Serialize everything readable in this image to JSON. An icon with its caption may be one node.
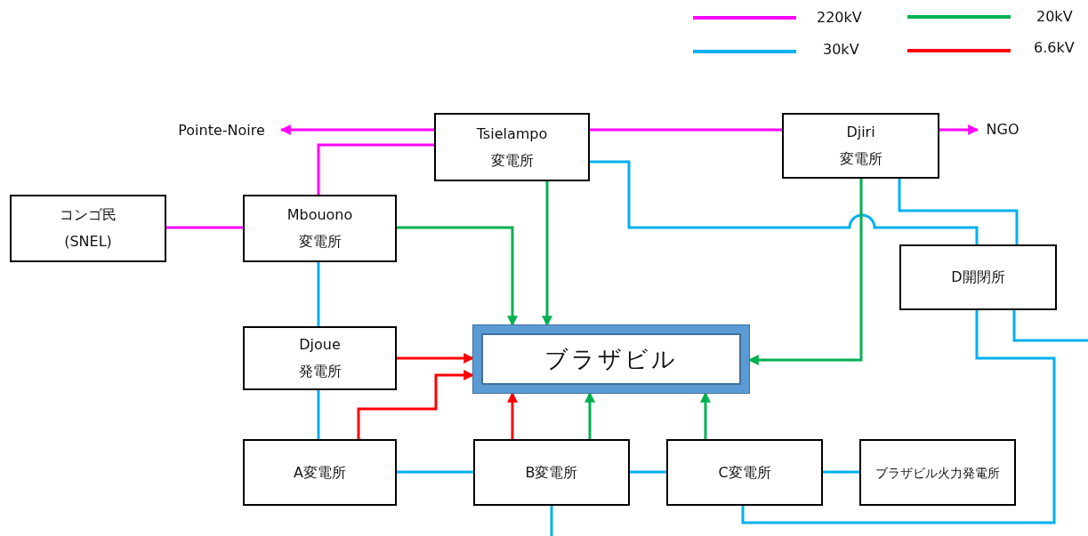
{
  "diagram": {
    "nodes": [
      {
        "text": [
          "Pointe-Noire"
        ]
      },
      {
        "text": [
          "Tsielampo",
          "変電所"
        ]
      },
      {
        "text": [
          "Djiri",
          "変電所"
        ]
      },
      {
        "text": [
          "NGO"
        ]
      },
      {
        "text": [
          "コンゴ民",
          "(SNEL)"
        ]
      },
      {
        "text": [
          "Mbouono",
          "変電所"
        ]
      },
      {
        "text": [
          "D開閉所"
        ]
      },
      {
        "text": [
          "Djoue",
          "発電所"
        ]
      },
      {
        "text": [
          "ブラザビル"
        ]
      },
      {
        "text": [
          "A変電所"
        ]
      },
      {
        "text": [
          "B変電所"
        ]
      },
      {
        "text": [
          "C変電所"
        ]
      },
      {
        "text": [
          "ブラザビル火力発電所"
        ]
      }
    ],
    "edges": [
      {
        "from": 1,
        "to": 0,
        "arrow": "to",
        "color": "#ff00ff"
      },
      {
        "from": 1,
        "to": 5,
        "arrow": "none",
        "color": "#ff00ff"
      },
      {
        "from": 4,
        "to": 5,
        "arrow": "none",
        "color": "#ff00ff"
      },
      {
        "from": 1,
        "to": 2,
        "arrow": "none",
        "color": "#ff00ff"
      },
      {
        "from": 2,
        "to": 3,
        "arrow": "to",
        "color": "#ff00ff"
      },
      {
        "from": 1,
        "to": 6,
        "arrow": "none"
      },
      {
        "from": 2,
        "to": 6,
        "arrow": "none"
      },
      {
        "from": 5,
        "to": 8,
        "arrow": "to",
        "color": "#00b050"
      },
      {
        "from": 1,
        "to": 8,
        "arrow": "to",
        "color": "#00b050"
      },
      {
        "from": 2,
        "to": 8,
        "arrow": "to",
        "color": "#00b050"
      },
      {
        "from": 5,
        "to": 7,
        "arrow": "none"
      },
      {
        "from": 7,
        "to": 8,
        "arrow": "to",
        "color": "#ff0000"
      },
      {
        "from": 7,
        "to": 9,
        "arrow": "none"
      },
      {
        "from": 9,
        "to": 8,
        "arrow": "to",
        "color": "#ff0000"
      },
      {
        "from": 10,
        "to": 8,
        "arrow": "to",
        "color": "#ff0000"
      },
      {
        "from": 10,
        "to": 8,
        "arrow": "to",
        "color": "#00b050"
      },
      {
        "from": 11,
        "to": 8,
        "arrow": "to",
        "color": "#00b050"
      },
      {
        "from": 9,
        "to": 10,
        "arrow": "none"
      },
      {
        "from": 10,
        "to": 11,
        "arrow": "none"
      },
      {
        "from": 11,
        "to": 12,
        "arrow": "none"
      },
      {
        "from": 6,
        "to": 11,
        "arrow": "none"
      },
      {
        "from": 6,
        "to": null,
        "arrow": "none"
      },
      {
        "from": 10,
        "to": null,
        "arrow": "none"
      }
    ],
    "legend": [
      {
        "text": "220kV",
        "color": "#ff00ff"
      },
      {
        "text": "20kV",
        "color": "#00b050"
      },
      {
        "text": "30kV",
        "color": "#00b0f0"
      },
      {
        "text": "6.6kV",
        "color": "#ff0000"
      }
    ]
  }
}
